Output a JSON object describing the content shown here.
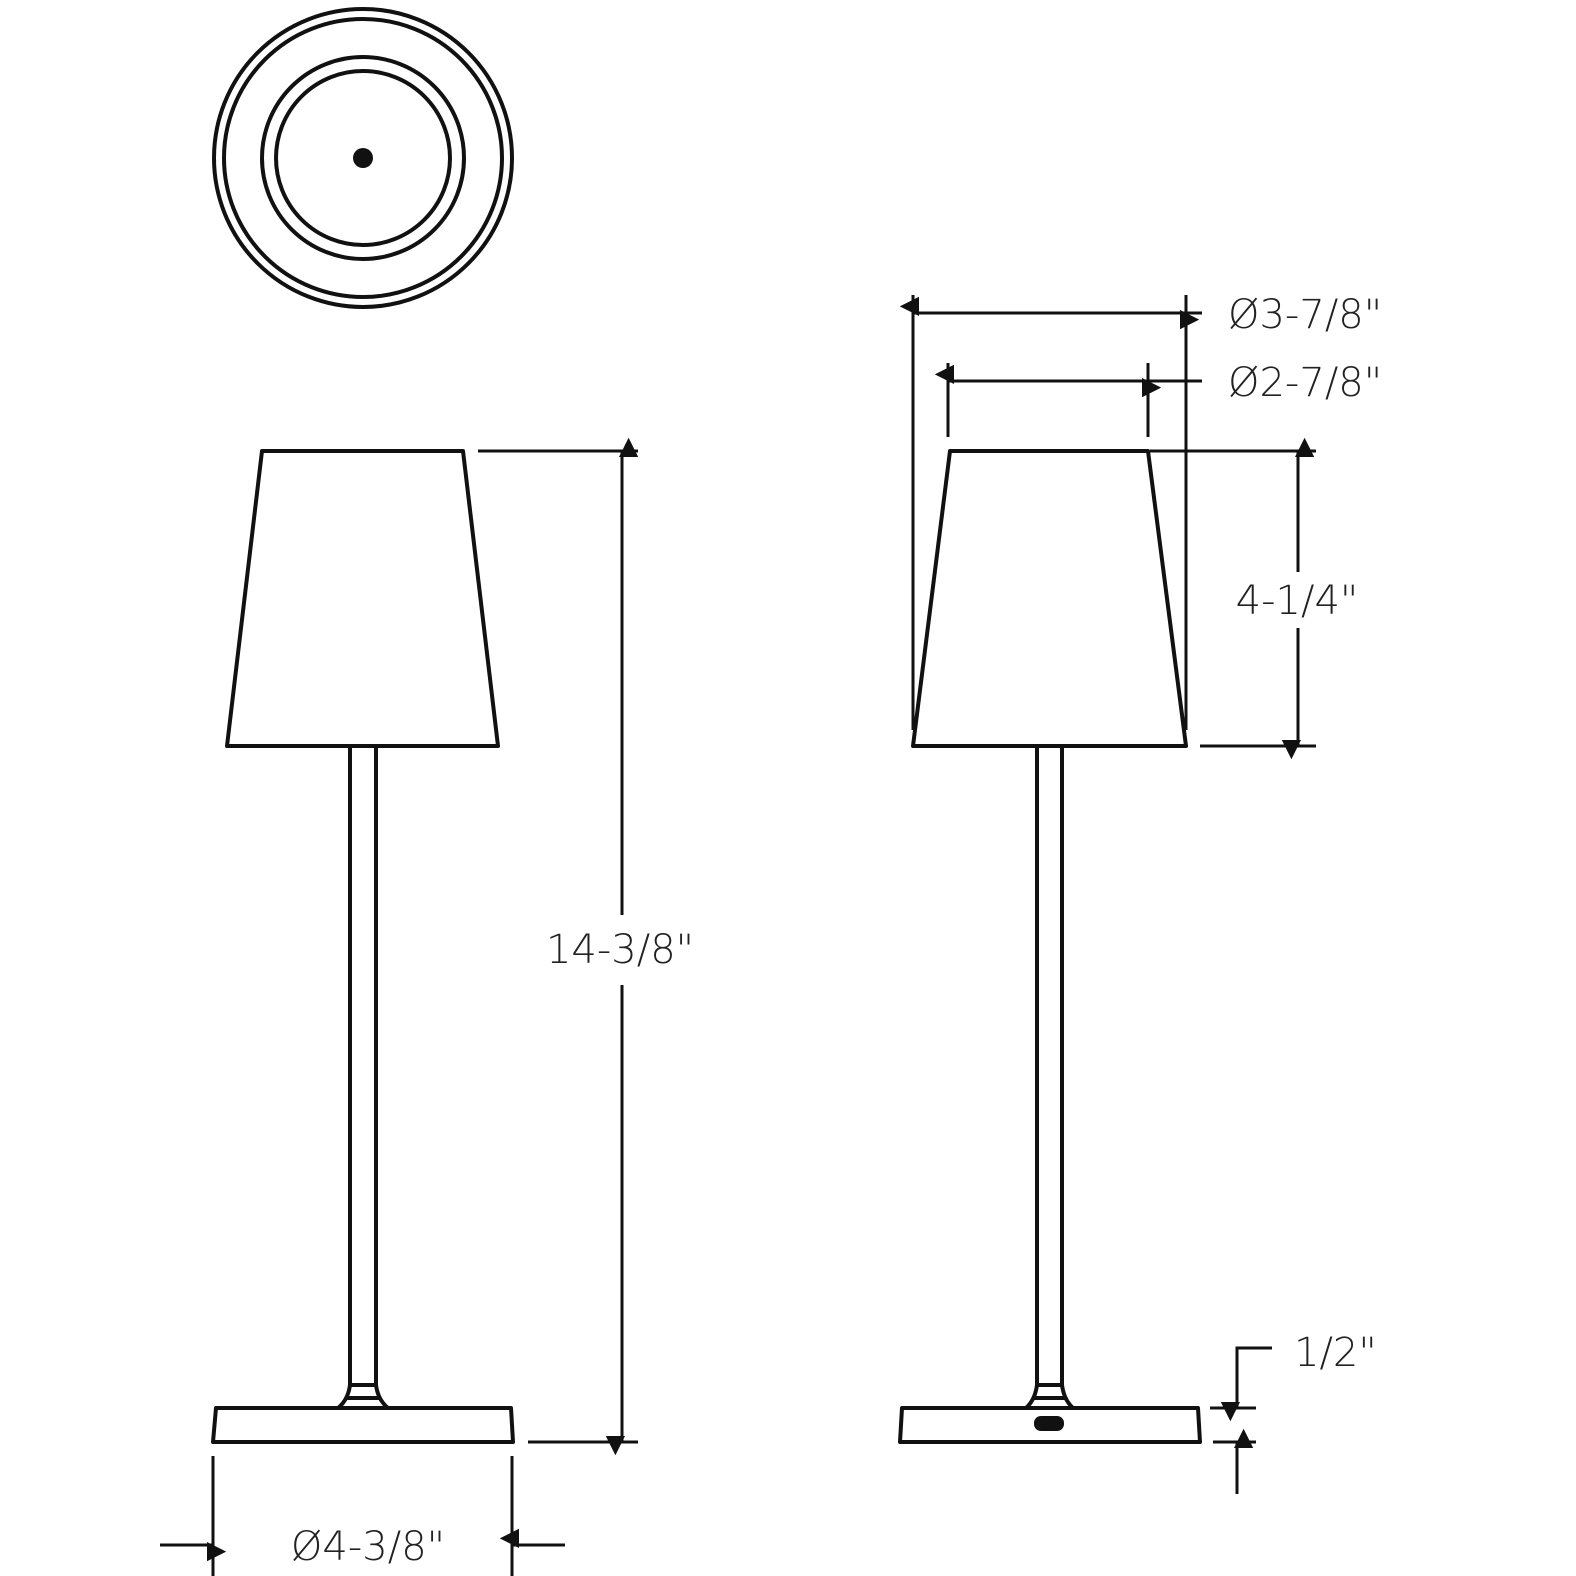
{
  "diagram": {
    "views": [
      "top-view",
      "front-view",
      "side-view"
    ],
    "dimensions": {
      "overall_height": "14-3/8\"",
      "base_diameter": "Ø4-3/8\"",
      "shade_bottom_diameter": "Ø3-7/8\"",
      "shade_top_diameter": "Ø2-7/8\"",
      "shade_height": "4-1/4\"",
      "base_height": "1/2\""
    },
    "colors": {
      "line": "#111111",
      "background": "#ffffff"
    }
  }
}
